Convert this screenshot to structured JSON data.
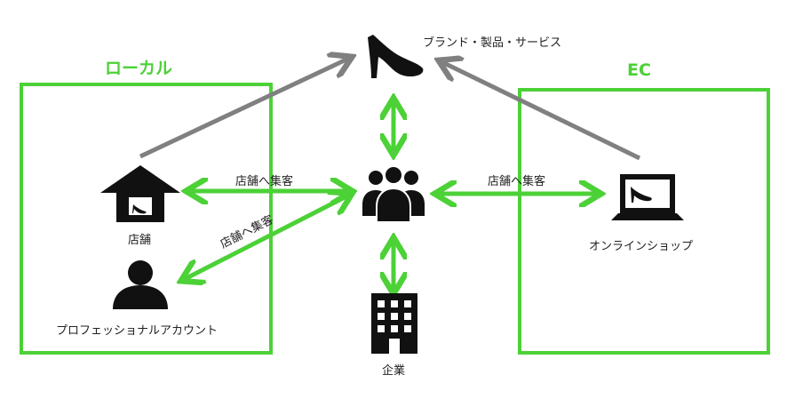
{
  "zones": {
    "local": "ローカル",
    "ec": "EC"
  },
  "labels": {
    "brand": "ブランド・製品・サービス",
    "store": "店舗",
    "professional": "プロフェッショナルアカウント",
    "company": "企業",
    "online_shop": "オンラインショップ",
    "store_traffic": "店舗へ集客"
  },
  "colors": {
    "green": "#4cd137",
    "gray": "#808080",
    "icon": "#111111"
  }
}
